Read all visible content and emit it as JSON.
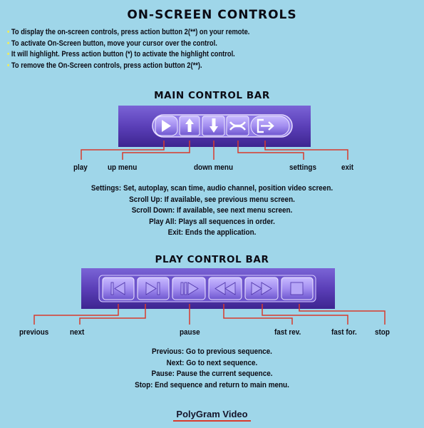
{
  "title": "ON-SCREEN CONTROLS",
  "bullets": [
    "To display the on-screen controls, press action button 2(**) on your remote.",
    "To activate On-Screen button, move your cursor over the control.",
    "It will highlight. Press action button (*) to activate the highlight control.",
    "To remove the On-Screen controls, press action button 2(**)."
  ],
  "main_bar": {
    "heading": "MAIN CONTROL BAR",
    "buttons": [
      {
        "icon": "play-icon"
      },
      {
        "icon": "up-arrow-icon"
      },
      {
        "icon": "down-arrow-icon"
      },
      {
        "icon": "settings-icon"
      },
      {
        "icon": "exit-icon"
      }
    ],
    "labels": {
      "play": "play",
      "up_menu": "up menu",
      "down_menu": "down menu",
      "settings": "settings",
      "exit": "exit"
    },
    "descriptions": [
      "Settings: Set, autoplay, scan time, audio channel, position video screen.",
      "Scroll Up: If available, see previous menu screen.",
      "Scroll Down: If available, see next menu screen.",
      "Play All: Plays all sequences in order.",
      "Exit: Ends the application."
    ]
  },
  "play_bar": {
    "heading": "PLAY CONTROL BAR",
    "buttons": [
      {
        "icon": "previous-icon"
      },
      {
        "icon": "next-icon"
      },
      {
        "icon": "pause-icon"
      },
      {
        "icon": "rewind-icon"
      },
      {
        "icon": "fast-forward-icon"
      },
      {
        "icon": "stop-icon"
      }
    ],
    "labels": {
      "previous": "previous",
      "next": "next",
      "pause": "pause",
      "fast_rev": "fast rev.",
      "fast_for": "fast for.",
      "stop": "stop"
    },
    "descriptions": [
      "Previous: Go to previous sequence.",
      "Next: Go to next sequence.",
      "Pause: Pause the current sequence.",
      "Stop: End sequence and return to main menu."
    ]
  },
  "footer": {
    "brand": "PolyGram Video"
  },
  "colors": {
    "background": "#9fd6e9",
    "bar_purple": "#5b3fb8",
    "button_lavender": "#a38ef0",
    "leader_line": "#d93a2c",
    "bullet": "#f4ef52"
  }
}
